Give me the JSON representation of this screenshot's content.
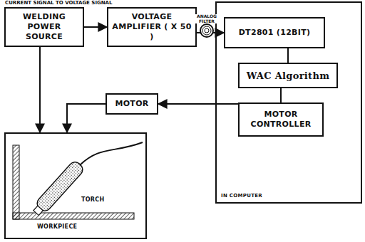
{
  "diagram": {
    "nodes": [
      {
        "text": [
          "WELDING POWER SOURCE"
        ]
      },
      {
        "text": [
          "VOLTAGE AMPLIFIER ( X 50 )"
        ]
      },
      {
        "text": [
          "IN COMPUTER"
        ]
      },
      {
        "text": [
          "DT2801 (12BIT)"
        ],
        "in": 2
      },
      {
        "text": [
          "WAC Algorithm"
        ],
        "in": 2
      },
      {
        "text": [
          "MOTOR CONTROLLER"
        ],
        "in": 2
      },
      {
        "text": [
          "MOTOR"
        ]
      },
      {
        "text": [
          "TORCH",
          "WORKPIECE"
        ]
      }
    ],
    "edges": [
      {
        "from": 0,
        "to": 1,
        "arrow": "to"
      },
      {
        "from": 1,
        "to": 3,
        "arrow": "to"
      },
      {
        "from": 3,
        "to": 4,
        "arrow": "none"
      },
      {
        "from": 4,
        "to": 5,
        "arrow": "none"
      },
      {
        "from": 5,
        "to": 6,
        "arrow": "to"
      },
      {
        "from": 6,
        "to": 7,
        "arrow": "to"
      },
      {
        "from": 0,
        "to": 7,
        "arrow": "to"
      }
    ],
    "labels": [
      "CURRENT SIGNAL TO VOLTAGE SIGNAL",
      "ANALOG FILTER"
    ]
  }
}
